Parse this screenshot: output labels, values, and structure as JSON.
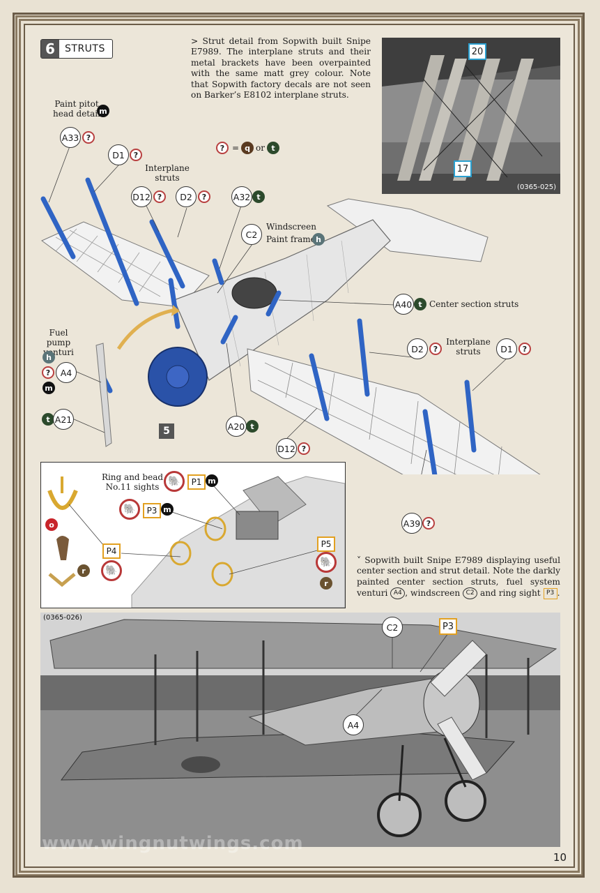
{
  "section": {
    "number": "6",
    "title": "STRUTS"
  },
  "intro_text": "> Strut detail from Sopwith built Snipe E7989. The interplane struts and their metal brackets have been overpainted with the same matt grey colour. Note that Sopwith factory decals are not seen on Barker’s E8102 interplane struts.",
  "top_photo": {
    "ref": "(0365-025)",
    "callouts": [
      "20",
      "17"
    ]
  },
  "legend": {
    "symbol": "?",
    "equals": "=",
    "a": "q",
    "or": "or",
    "b": "t"
  },
  "labels": {
    "pitot": "Paint pitot head detail",
    "interplane_top": "Interplane struts",
    "windscreen": "Windscreen",
    "paint_frame": "Paint frame",
    "center_section": "Center section struts",
    "interplane_right": "Interplane struts",
    "fuel_pump": "Fuel pump venturi",
    "ring_bead": "Ring and bead No.11 sights"
  },
  "parts": {
    "A33": "A33",
    "D1": "D1",
    "D12": "D12",
    "D2": "D2",
    "A32": "A32",
    "C2": "C2",
    "A40": "A40",
    "D2b": "D2",
    "D1b": "D1",
    "A4": "A4",
    "A21": "A21",
    "A20": "A20",
    "D12b": "D12",
    "A39": "A39",
    "step5": "5"
  },
  "paint_codes": {
    "q": "?",
    "m": "m",
    "t": "t",
    "h": "h",
    "o": "o",
    "r": "r"
  },
  "sights": {
    "P1": "P1",
    "P3": "P3",
    "P4": "P4",
    "P5": "P5"
  },
  "caption2": {
    "lead": "˅ Sopwith built Snipe E7989 displaying useful center section and strut detail. Note the darkly painted center section struts, fuel system venturi",
    "a4": "A4",
    "mid": ", windscreen",
    "c2": "C2",
    "mid2": "and ring sight",
    "p3": "P3",
    "end": "."
  },
  "bottom_photo": {
    "ref": "(0365-026)",
    "callouts": {
      "C2": "C2",
      "P3": "P3",
      "A4": "A4"
    }
  },
  "watermark": "www.wingnutwings.com",
  "page_number": "10"
}
